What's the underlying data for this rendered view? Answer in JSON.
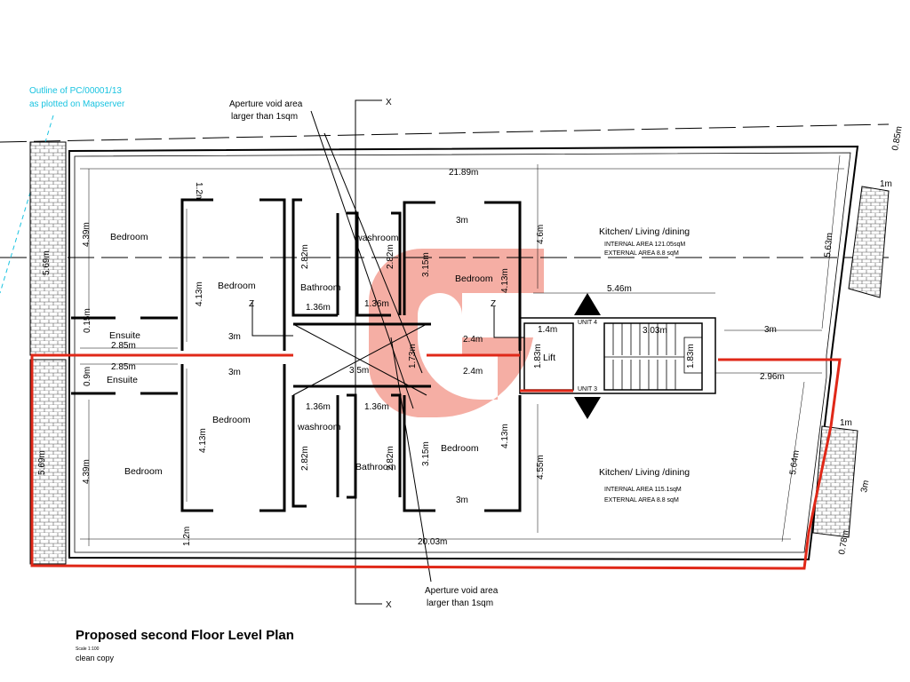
{
  "drawing": {
    "title": "Proposed second Floor Level Plan",
    "scale": "Scale 1:100",
    "subtitle": "clean copy",
    "colors": {
      "boundary_red": "#e02818",
      "outline_cyan": "#19c3e0",
      "logo_red": "#f4a59a",
      "line": "#000000"
    }
  },
  "annotations": {
    "outline_line1": "Outline of PC/00001/13",
    "outline_line2": "as plotted on Mapserver",
    "void_line1": "Aperture void area",
    "void_line2": "larger than 1sqm",
    "section_x": "X",
    "section_z": "Z"
  },
  "rooms": {
    "bedroom": "Bedroom",
    "ensuite": "Ensuite",
    "bathroom": "Bathroom",
    "washroom": "washroom",
    "lift": "Lift",
    "kitchen": "Kitchen/ Living /dining",
    "unit_4": "UNIT 4",
    "unit_3": "UNIT 3"
  },
  "areas": {
    "upper_internal": "INTERNAL AREA    121.05sqM",
    "upper_external": "EXTERNAL AREA    8.8 sqM",
    "lower_internal": "INTERNAL AREA    115.1sqM",
    "lower_external": "EXTERNAL AREA    8.8 sqM"
  },
  "dimensions": {
    "d_21_89": "21.89m",
    "d_20_03": "20.03m",
    "d_0_85": "0.85m",
    "d_0_78": "0.78m",
    "d_5_63": "5.63m",
    "d_5_64": "5.64m",
    "d_5_69": "5.69m",
    "d_4_39": "4.39m",
    "d_4_13": "4.13m",
    "d_4_6": "4.6m",
    "d_4_55": "4.55m",
    "d_3_15": "3.15m",
    "d_2_82": "2.82m",
    "d_1_36": "1.36m",
    "d_3m": "3m",
    "d_2_85": "2.85m",
    "d_2_4": "2.4m",
    "d_3_5": "3.5m",
    "d_5_46": "5.46m",
    "d_1_4": "1.4m",
    "d_1_83": "1.83m",
    "d_3_03": "3.03m",
    "d_2_96": "2.96m",
    "d_1m": "1m",
    "d_1_2": "1.2m",
    "d_0_15": "0.15m",
    "d_0_9": "0.9m",
    "d_1_73": "1.73m"
  }
}
